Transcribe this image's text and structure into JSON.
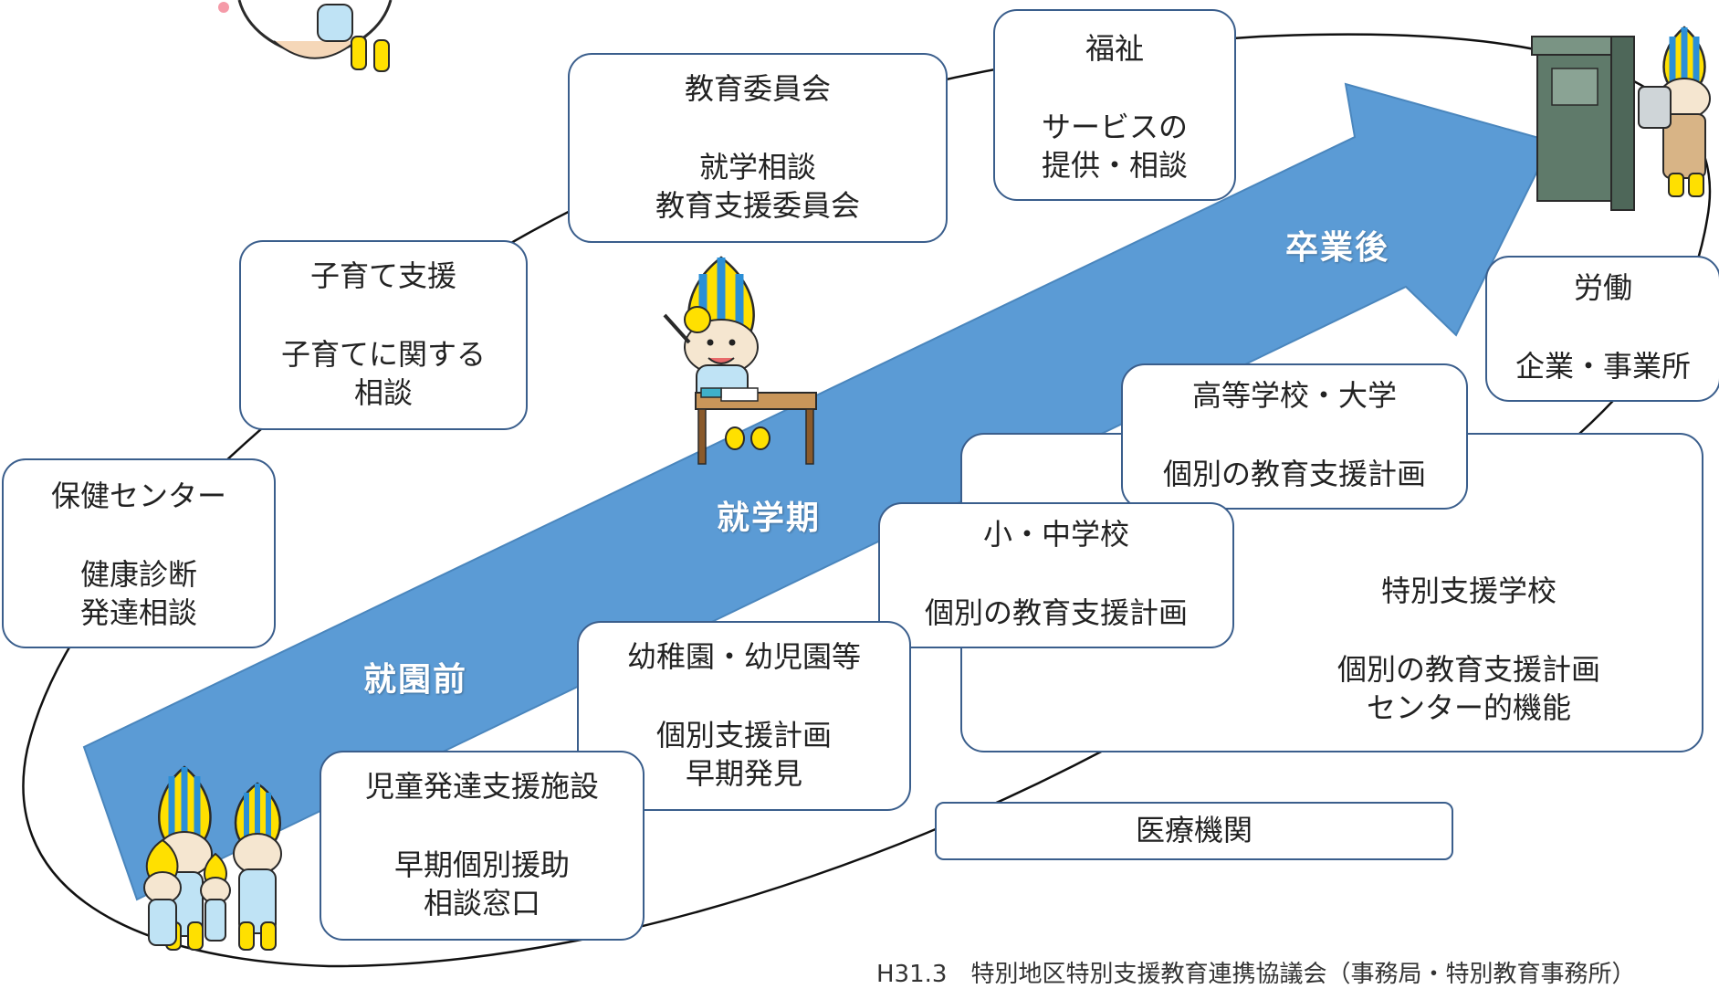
{
  "stages": {
    "preschool": "就園前",
    "school": "就学期",
    "after_graduation": "卒業後"
  },
  "boxes": {
    "health_center": {
      "title": "保健センター",
      "lines": [
        "健康診断",
        "発達相談"
      ]
    },
    "childcare": {
      "title": "子育て支援",
      "lines": [
        "子育てに関する",
        "相談"
      ]
    },
    "board_of_education": {
      "title": "教育委員会",
      "lines": [
        "就学相談",
        "教育支援委員会"
      ]
    },
    "welfare": {
      "title": "福祉",
      "lines": [
        "サービスの",
        "提供・相談"
      ]
    },
    "labor": {
      "title": "労働",
      "lines": [
        "企業・事業所"
      ]
    },
    "high_school": {
      "title": "高等学校・大学",
      "lines": [
        "個別の教育支援計画"
      ]
    },
    "special_school": {
      "title": "特別支援学校",
      "lines": [
        "個別の教育支援計画",
        "センター的機能"
      ]
    },
    "elementary": {
      "title": "小・中学校",
      "lines": [
        "個別の教育支援計画"
      ]
    },
    "kindergarten": {
      "title": "幼稚園・幼児園等",
      "lines": [
        "個別支援計画",
        "早期発見"
      ]
    },
    "child_dev": {
      "title": "児童発達支援施設",
      "lines": [
        "早期個別援助",
        "相談窓口"
      ]
    },
    "medical": {
      "title": "医療機関",
      "lines": []
    }
  },
  "footer": "H31.3　特別地区特別支援教育連携協議会（事務局・特別教育事務所）",
  "colors": {
    "arrow": "#5b9bd5",
    "box_border": "#3a5e8c",
    "mascot_yellow": "#ffe000",
    "mascot_blue": "#2b8fd6"
  },
  "icons": [
    "mascot-waving-icon",
    "mascot-family-icon",
    "mascot-worker-icon",
    "mascot-heart-icon"
  ]
}
